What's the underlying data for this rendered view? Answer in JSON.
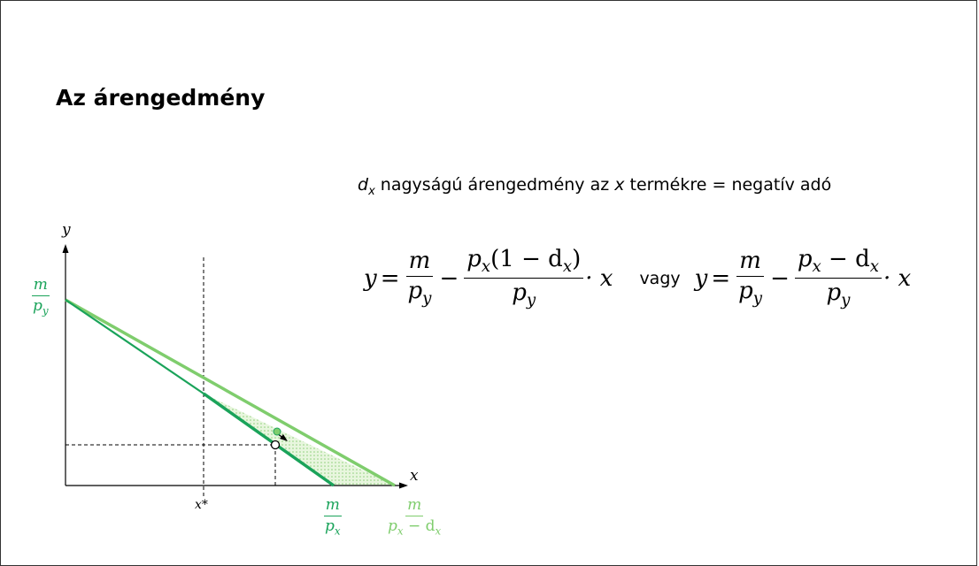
{
  "title": "Az árengedmény",
  "description": {
    "dx": "d",
    "dx_sub": "x",
    "text1": " nagyságú árengedmény az ",
    "x_var": "x",
    "text2": " termékre = negatív adó"
  },
  "formula": {
    "lhs": "y",
    "eq": "=",
    "m": "m",
    "py": "p",
    "py_sub": "y",
    "minus": "−",
    "num1_p": "p",
    "num1_sub": "x",
    "num1_rest": "(1 − d",
    "num1_sub2": "x",
    "num1_close": ")",
    "dot_x": "· x",
    "vagy": "vagy",
    "num2_p": "p",
    "num2_sub": "x",
    "num2_rest": " − d",
    "num2_sub2": "x"
  },
  "diagram": {
    "y_axis_label": "y",
    "x_axis_label": "x",
    "x_star_label": "x*",
    "y_intercept": {
      "num": "m",
      "den": "p",
      "den_sub": "y"
    },
    "x_intercept_original": {
      "num": "m",
      "den": "p",
      "den_sub": "x"
    },
    "x_intercept_discount": {
      "num": "m",
      "den": "p",
      "den_sub": "x",
      "den_rest": " − d",
      "den_sub2": "x"
    },
    "colors": {
      "dark_line": "#1aa35a",
      "light_line": "#7fcd6d",
      "fill": "#b9e3a5"
    }
  }
}
